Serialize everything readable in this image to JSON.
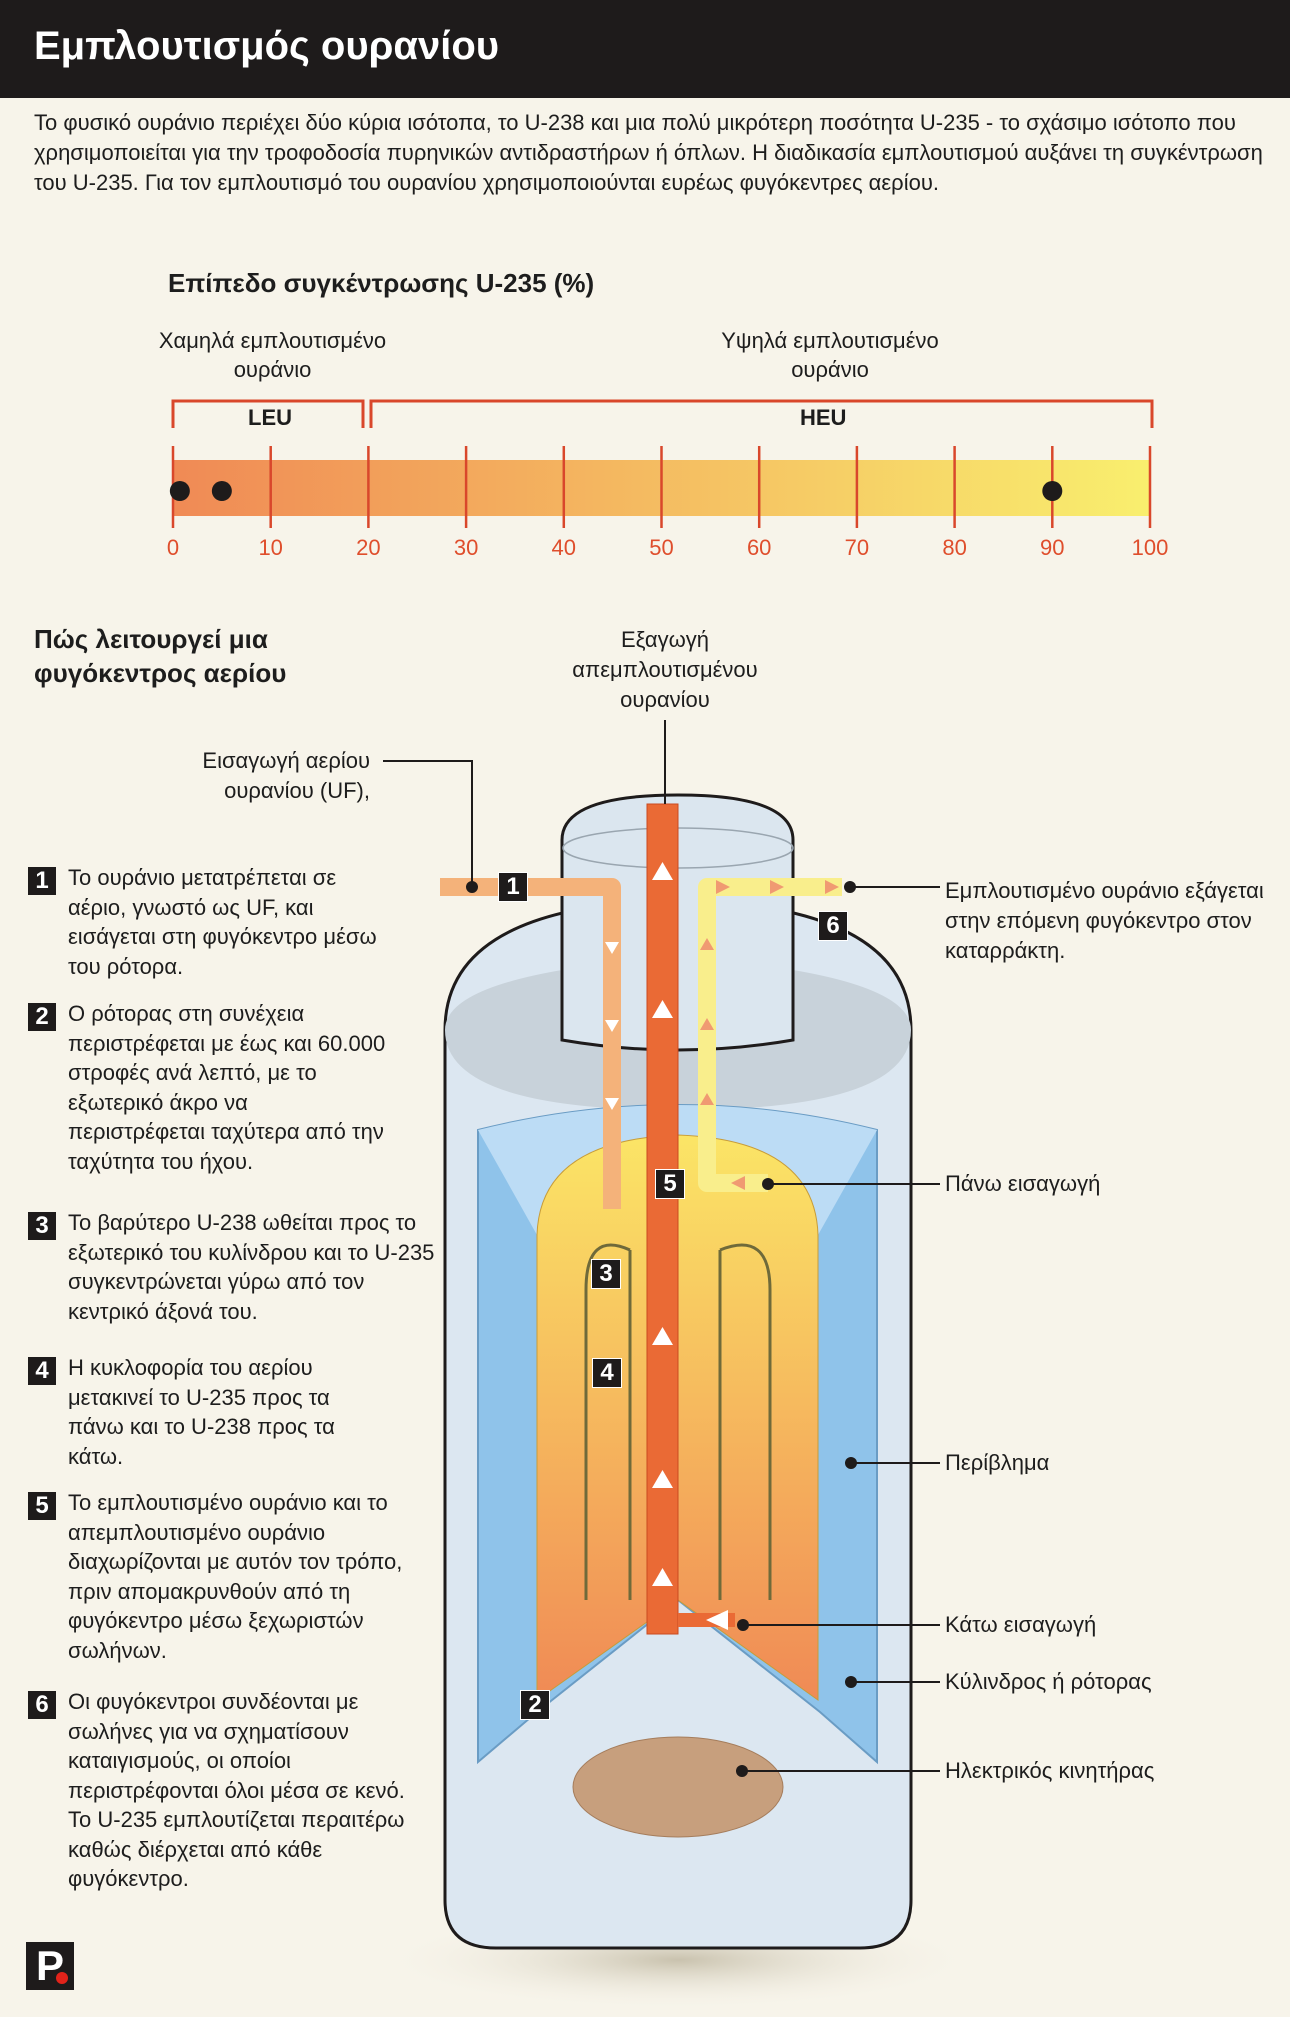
{
  "header": {
    "title": "Εμπλουτισμός ουρανίου"
  },
  "intro": "Το φυσικό ουράνιο περιέχει δύο κύρια ισότοπα, το U-238 και μια πολύ μικρότερη ποσότητα U-235 - το σχάσιμο ισότοπο που χρησιμοποιείται για την τροφοδοσία πυρηνικών αντιδραστήρων ή όπλων. Η διαδικασία εμπλουτισμού αυξάνει τη συγκέντρωση του U-235. Για τον εμπλουτισμό του ουρανίου χρησιμοποιούνται ευρέως φυγόκεντρες αερίου.",
  "scale": {
    "title": "Επίπεδο συγκέντρωσης U-235 (%)",
    "low_label": "Χαμηλά εμπλουτισμένο ουράνιο",
    "high_label": "Υψηλά εμπλουτισμένο ουράνιο",
    "leu": "LEU",
    "heu": "HEU",
    "range": [
      0,
      100
    ],
    "leu_range": [
      0,
      20
    ],
    "heu_range": [
      20,
      100
    ],
    "ticks": [
      "0",
      "10",
      "20",
      "30",
      "40",
      "50",
      "60",
      "70",
      "80",
      "90",
      "100"
    ],
    "markers": [
      0.7,
      5,
      90
    ],
    "colors": {
      "start": "#f08a55",
      "end": "#f9ef6e",
      "tick": "#d9472b"
    }
  },
  "section_title": "Πώς λειτουργεί μια φυγόκεντρος αερίου",
  "steps": [
    {
      "n": "1",
      "text": "Το ουράνιο μετατρέπεται σε αέριο, γνωστό ως UF, και εισάγεται στη φυγόκεντρο μέσω του ρότορα."
    },
    {
      "n": "2",
      "text": "Ο ρότορας στη συνέχεια περιστρέφεται με έως και 60.000 στροφές ανά λεπτό, με το εξωτερικό άκρο να περιστρέφεται ταχύτερα από την ταχύτητα του ήχου."
    },
    {
      "n": "3",
      "text": "Το βαρύτερο U-238 ωθείται προς το εξωτερικό του κυλίνδρου και το U-235 συγκεντρώνεται γύρω από τον κεντρικό άξονά του."
    },
    {
      "n": "4",
      "text": "Η κυκλοφορία του αερίου μετακινεί το U-235 προς τα πάνω και το U-238 προς τα κάτω."
    },
    {
      "n": "5",
      "text": "Το εμπλουτισμένο ουράνιο και το απεμπλουτισμένο ουράνιο διαχωρίζονται με αυτόν τον τρόπο, πριν απομακρυνθούν από τη φυγόκεντρο μέσω ξεχωριστών σωλήνων."
    },
    {
      "n": "6",
      "text": "Οι φυγόκεντροι συνδέονται με σωλήνες για να σχηματίσουν καταιγισμούς, οι οποίοι περιστρέφονται όλοι μέσα σε κενό. Το U-235 εμπλουτίζεται περαιτέρω καθώς διέρχεται από κάθε φυγόκεντρο."
    }
  ],
  "labels": {
    "inlet": "Εισαγωγή αερίου ουρανίου (UF),",
    "depleted_out": "Εξαγωγή απεμπλουτισμένου ουρανίου",
    "enriched_out": "Εμπλουτισμένο ουράνιο εξάγεται στην επόμενη φυγόκεντρο στον καταρράκτη.",
    "top_scoop": "Πάνω εισαγωγή",
    "casing": "Περίβλημα",
    "bottom_scoop": "Κάτω εισαγωγή",
    "rotor": "Κύλινδρος ή ρότορας",
    "motor": "Ηλεκτρικός κινητήρας"
  },
  "diagram_numbers": [
    "1",
    "2",
    "3",
    "4",
    "5",
    "6"
  ],
  "logo": "P"
}
